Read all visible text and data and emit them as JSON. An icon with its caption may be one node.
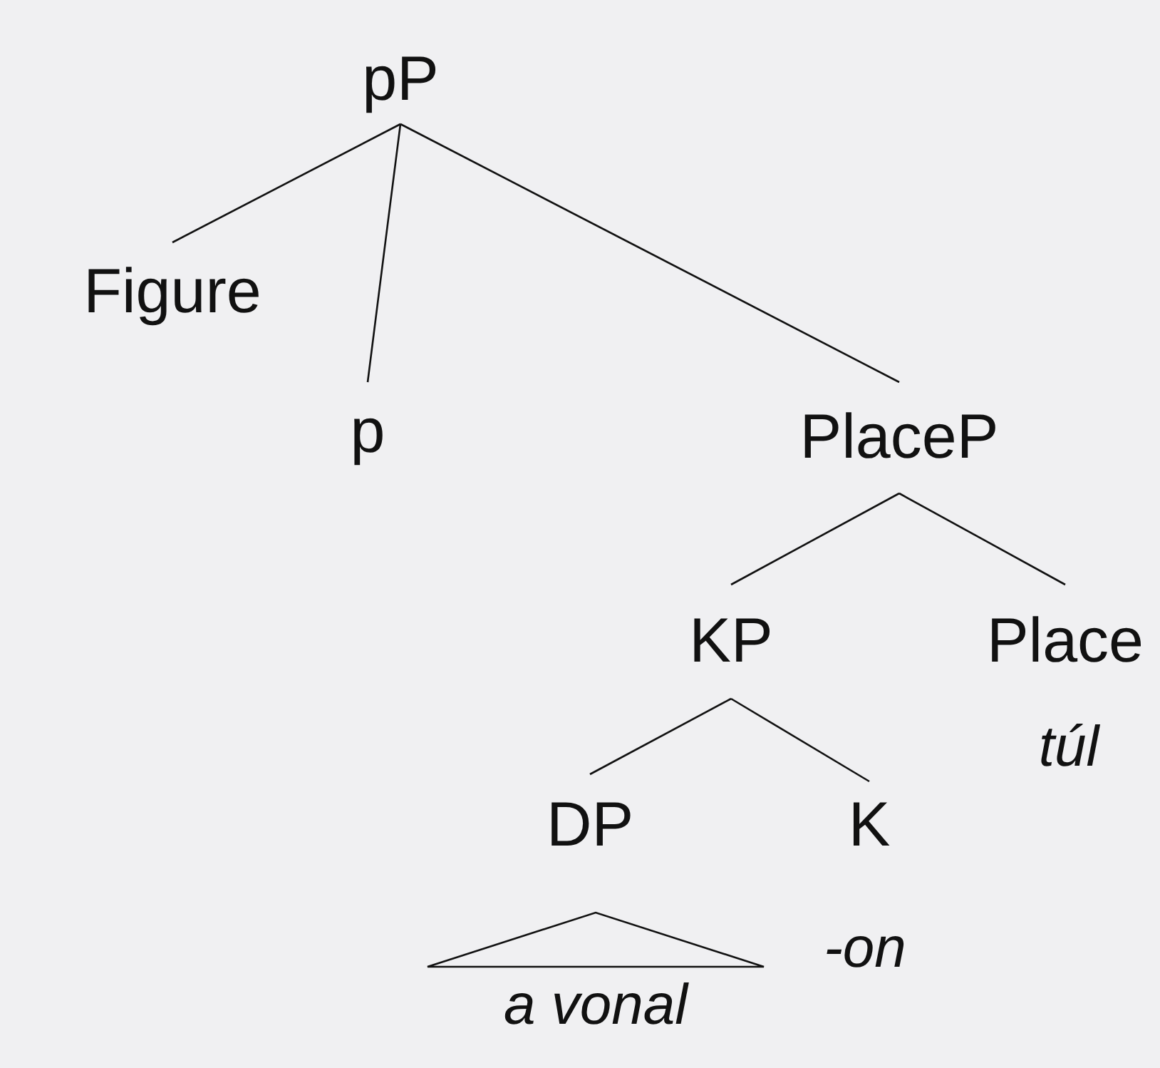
{
  "diagram": {
    "nodes": [
      {
        "text": [
          "pP"
        ]
      },
      {
        "text": [
          "Figure"
        ]
      },
      {
        "text": [
          "p"
        ]
      },
      {
        "text": [
          "PlaceP"
        ]
      },
      {
        "text": [
          "KP"
        ]
      },
      {
        "text": [
          "Place"
        ],
        "beside": [
          "túl"
        ]
      },
      {
        "text": [
          "DP"
        ]
      },
      {
        "text": [
          "K"
        ],
        "beside": [
          "-on"
        ]
      },
      {
        "text": [
          "a vonal"
        ]
      }
    ],
    "edges": [
      {
        "from": 0,
        "to": 1,
        "arrow": "none"
      },
      {
        "from": 0,
        "to": 2,
        "arrow": "none"
      },
      {
        "from": 0,
        "to": 3,
        "arrow": "none"
      },
      {
        "from": 3,
        "to": 4,
        "arrow": "none"
      },
      {
        "from": 3,
        "to": 5,
        "arrow": "none"
      },
      {
        "from": 4,
        "to": 6,
        "arrow": "none"
      },
      {
        "from": 4,
        "to": 7,
        "arrow": "none"
      }
    ]
  }
}
